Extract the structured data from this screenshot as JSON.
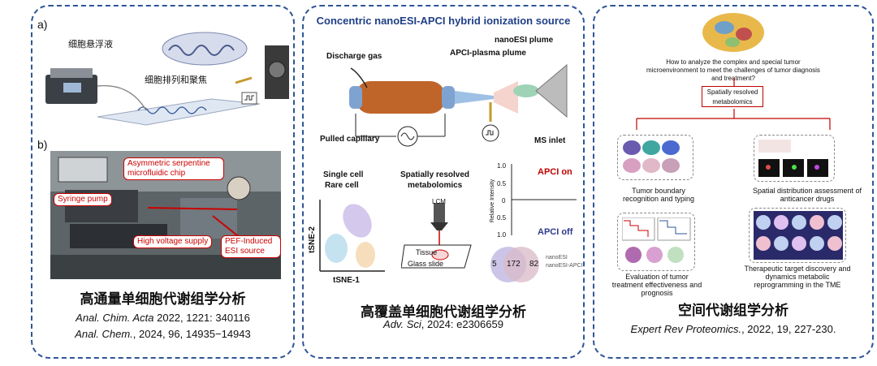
{
  "panel1": {
    "label_a": "a)",
    "label_b": "b)",
    "cell_suspension": "细胞悬浮液",
    "cell_alignment": "细胞排列和聚焦",
    "tags": {
      "chip": "Asymmetric serpentine microfluidic chip",
      "pump": "Syringe pump",
      "hv": "High voltage supply",
      "pef": "PEF-Induced ESI source"
    },
    "title": "高通量单细胞代谢组学分析",
    "ref1_journal": "Anal. Chim. Acta",
    "ref1_rest": " 2022, 1221: 340116",
    "ref2_journal": "Anal. Chem.",
    "ref2_rest": ", 2024, 96, 14935−14943"
  },
  "panel2": {
    "header": "Concentric nanoESI-APCI hybrid ionization source",
    "nanoesi_plume": "nanoESI plume",
    "apci_plume": "APCI-plasma plume",
    "discharge_gas": "Discharge gas",
    "pulled_capillary": "Pulled capillary",
    "ms_inlet": "MS inlet",
    "single_cell": "Single cell",
    "rare_cell": "Rare cell",
    "spatially": "Spatially resolved",
    "metabolomics": "metabolomics",
    "lcm": "LCM",
    "tissue": "Tissue",
    "glass_slide": "Glass slide",
    "tsne1": "tSNE-1",
    "tsne2": "tSNE-2",
    "rel_int": "Relative Intensity",
    "apci_on": "APCI on",
    "apci_off": "APCI off",
    "ticks": [
      "1.0",
      "0.5",
      "0",
      "0.5",
      "1.0"
    ],
    "venn": {
      "left": "5",
      "mid": "172",
      "right": "82"
    },
    "legend": [
      "nanoESI",
      "nanoESI-APCI"
    ],
    "title": "高覆盖单细胞代谢组学分析",
    "ref_journal": "Adv. Sci",
    "ref_rest": ", 2024: e2306659"
  },
  "panel3": {
    "question": "How to analyze the complex and special tumor microenvironment to meet the challenges of tumor diagnosis and treatment?",
    "center_box": "Spatially resolved metabolomics",
    "c1": "Tumor boundary recognition and typing",
    "c2": "Spatial distribution assessment of anticancer drugs",
    "c3": "Evaluation of tumor treatment effectiveness and prognosis",
    "c4": "Therapeutic target discovery and dynamics metabolic reprogramming in the TME",
    "title": "空间代谢组学分析",
    "ref_journal": "Expert Rev Proteomics.",
    "ref_rest": ", 2022, 19, 227-230."
  },
  "colors": {
    "border": "#2f5597",
    "accent_red": "#c00000",
    "copper": "#c0652a"
  }
}
